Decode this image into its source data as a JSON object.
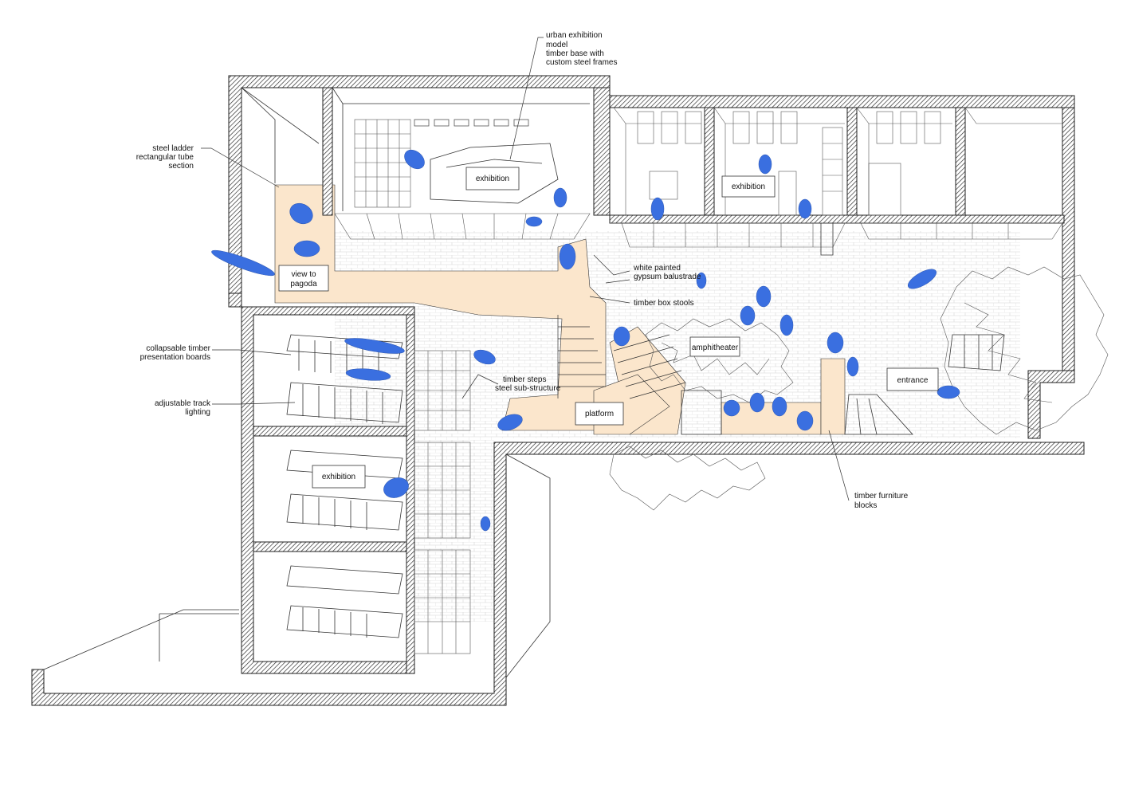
{
  "colors": {
    "wall_hatch": "#222222",
    "timber": "#fbe6cc",
    "people": "#3a6fe0",
    "line": "#333333",
    "tree": "#555555"
  },
  "labels": {
    "model_note": [
      "urban exhibition",
      "model",
      "timber base with",
      "custom steel frames"
    ],
    "ladder_note": [
      "steel ladder",
      "rectangular tube",
      "section"
    ],
    "boards_note": [
      "collapsable timber",
      "presentation boards"
    ],
    "lighting_note": [
      "adjustable track",
      "lighting"
    ],
    "balustrade_note": [
      "white painted",
      "gypsum balustrade"
    ],
    "stools_note": "timber box stools",
    "steps_note": [
      "timber steps",
      "steel sub-structure"
    ],
    "furniture_note": [
      "timber furniture",
      "blocks"
    ]
  },
  "rooms": {
    "exhibition_top_left": "exhibition",
    "exhibition_top_right": "exhibition",
    "exhibition_lower_left": "exhibition",
    "view_to_pagoda": [
      "view to",
      "pagoda"
    ],
    "amphitheater": "amphitheater",
    "platform": "platform",
    "entrance": "entrance"
  }
}
